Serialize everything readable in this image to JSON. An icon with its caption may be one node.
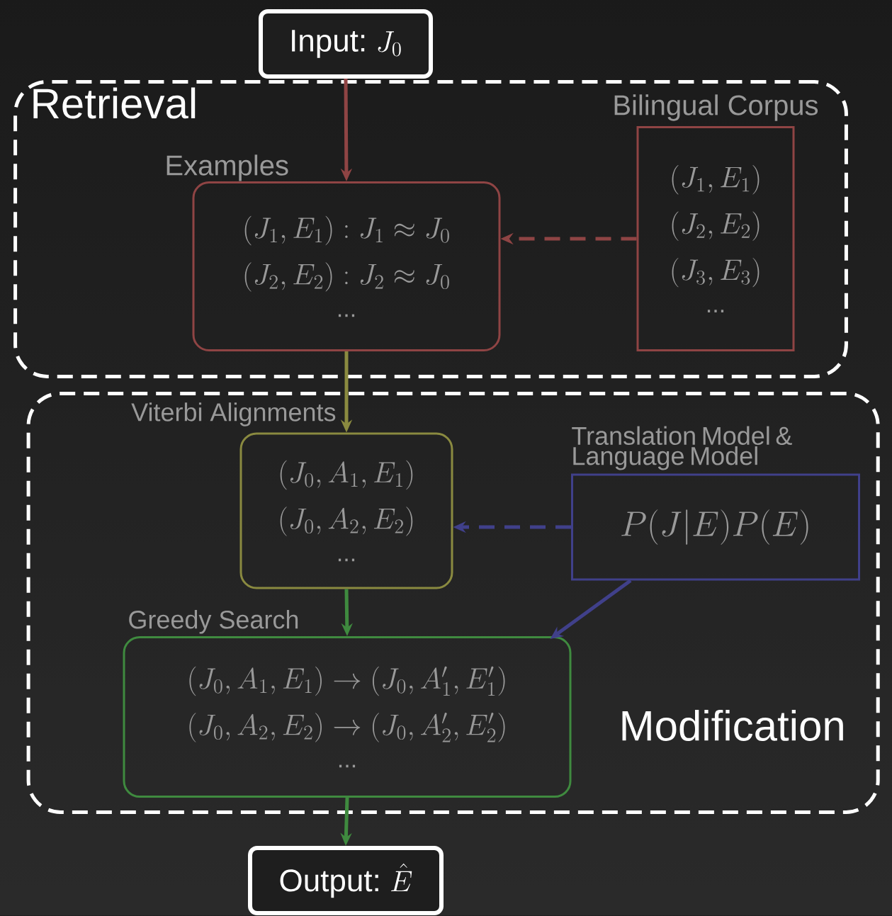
{
  "diagram": {
    "nodes": [
      {
        "text": [
          "Input:",
          "J_0"
        ]
      },
      {
        "text": [
          "Retrieval"
        ]
      },
      {
        "text": [
          "Examples",
          "(J_1, E_1) : J_1 \\approx J_0",
          "(J_2, E_2) : J_2 \\approx J_0",
          "..."
        ],
        "in": 1
      },
      {
        "text": [
          "Bilingual Corpus",
          "(J_1, E_1)",
          "(J_2, E_2)",
          "(J_3, E_3)",
          "..."
        ],
        "in": 1
      },
      {
        "text": [
          "Modification"
        ]
      },
      {
        "text": [
          "Viterbi Alignments",
          "(J_0, A_1, E_1)",
          "(J_0, A_2, E_2)",
          "..."
        ],
        "in": 4
      },
      {
        "text": [
          "Translation Model & Language Model",
          "P(J|E)P(E)"
        ],
        "in": 4
      },
      {
        "text": [
          "Greedy Search",
          "(J_0, A_1, E_1) \\rightarrow (J_0, A'_1, E'_1)",
          "(J_0, A_2, E_2) \\rightarrow (J_0, A'_2, E'_2)",
          "..."
        ],
        "in": 4
      },
      {
        "text": [
          "Output:",
          "\\hat{E}"
        ]
      }
    ],
    "edges": [
      {
        "from": 0,
        "to": 2,
        "arrow": "to",
        "color": "#8f4444"
      },
      {
        "from": 3,
        "to": 2,
        "arrow": "to",
        "style": "dashed",
        "color": "#8f4444"
      },
      {
        "from": 2,
        "to": 5,
        "arrow": "to",
        "color": "#8a8a40"
      },
      {
        "from": 6,
        "to": 5,
        "arrow": "to",
        "style": "dashed",
        "color": "#40408a"
      },
      {
        "from": 5,
        "to": 7,
        "arrow": "to",
        "color": "#3f8a3f"
      },
      {
        "from": 6,
        "to": 7,
        "arrow": "to",
        "color": "#40408a"
      },
      {
        "from": 7,
        "to": 8,
        "arrow": "to",
        "color": "#3f8a3f"
      }
    ]
  }
}
